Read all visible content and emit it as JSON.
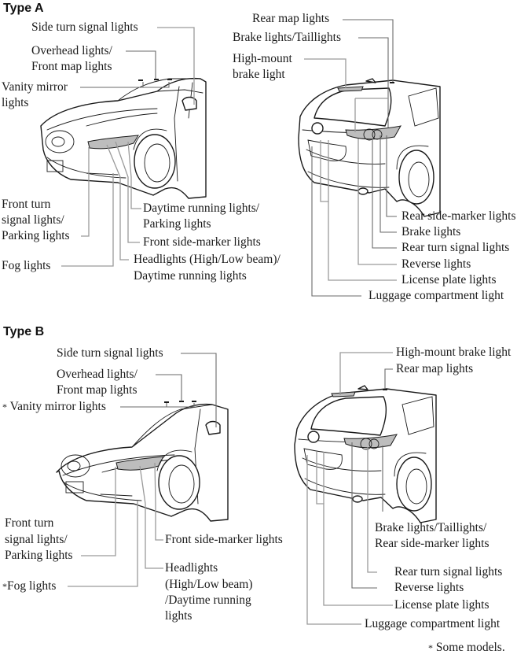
{
  "sections": [
    {
      "heading": "Type A",
      "front_labels": {
        "side_turn": "Side turn signal lights",
        "overhead_1": "Overhead lights/",
        "overhead_2": "Front map lights",
        "vanity_1": "Vanity mirror",
        "vanity_2": "lights",
        "front_turn_1": "Front turn",
        "front_turn_2": "signal lights/",
        "front_turn_3": "Parking lights",
        "fog": "Fog lights",
        "drl_1": "Daytime running lights/",
        "drl_2": "Parking lights",
        "side_marker": "Front side-marker lights",
        "headlights_1": "Headlights (High/Low beam)/",
        "headlights_2": "Daytime running lights"
      },
      "rear_labels": {
        "rear_map": "Rear map lights",
        "brake_tail": "Brake lights/Taillights",
        "high_mount_1": "High-mount",
        "high_mount_2": "brake light",
        "rear_side_marker": "Rear side-marker lights",
        "brake": "Brake lights",
        "rear_turn": "Rear turn signal lights",
        "reverse": "Reverse lights",
        "license": "License plate lights",
        "luggage": "Luggage compartment light"
      }
    },
    {
      "heading": "Type B",
      "front_labels": {
        "side_turn": "Side turn signal lights",
        "overhead_1": "Overhead lights/",
        "overhead_2": "Front map lights",
        "vanity": "Vanity mirror lights",
        "front_turn_1": "Front turn",
        "front_turn_2": "signal lights/",
        "front_turn_3": "Parking lights",
        "fog": "Fog lights",
        "side_marker": "Front side-marker lights",
        "headlights_1": "Headlights",
        "headlights_2": "(High/Low beam)",
        "headlights_3": "/Daytime running",
        "headlights_4": "lights"
      },
      "rear_labels": {
        "high_mount": "High-mount brake light",
        "rear_map": "Rear map lights",
        "brake_tail_1": "Brake lights/Taillights/",
        "brake_tail_2": "Rear side-marker lights",
        "rear_turn": "Rear turn signal lights",
        "reverse": "Reverse lights",
        "license": "License plate lights",
        "luggage": "Luggage compartment light"
      }
    }
  ],
  "footnote": {
    "marker": "*",
    "text": "Some models."
  },
  "markers": {
    "asterisk": "*"
  }
}
